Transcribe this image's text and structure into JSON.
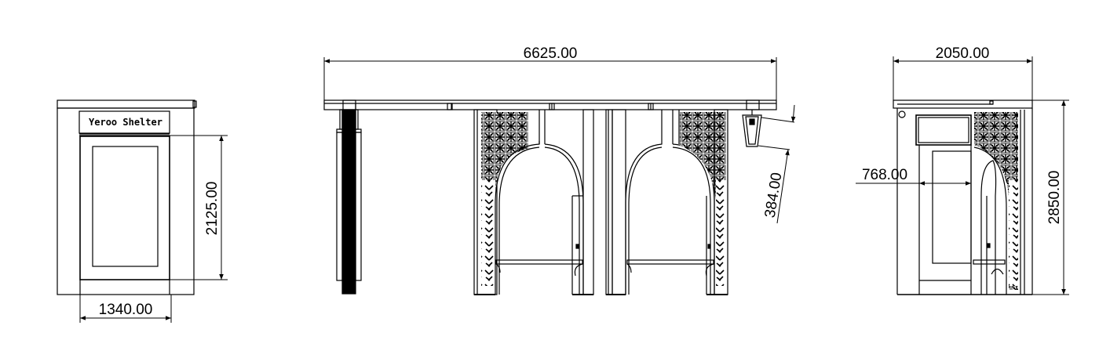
{
  "drawing": {
    "subject": "Bus shelter elevations",
    "line_color": "#000000",
    "background": "#ffffff"
  },
  "views": {
    "front": {
      "sign_text": "Yeroo Shelter",
      "dim_width": "1340.00",
      "dim_height": "2125.00"
    },
    "side_long": {
      "dim_length": "6625.00",
      "dim_lamp": "384.00"
    },
    "end": {
      "dim_width": "2050.00",
      "dim_inner": "768.00",
      "dim_height": "2850.00"
    }
  }
}
